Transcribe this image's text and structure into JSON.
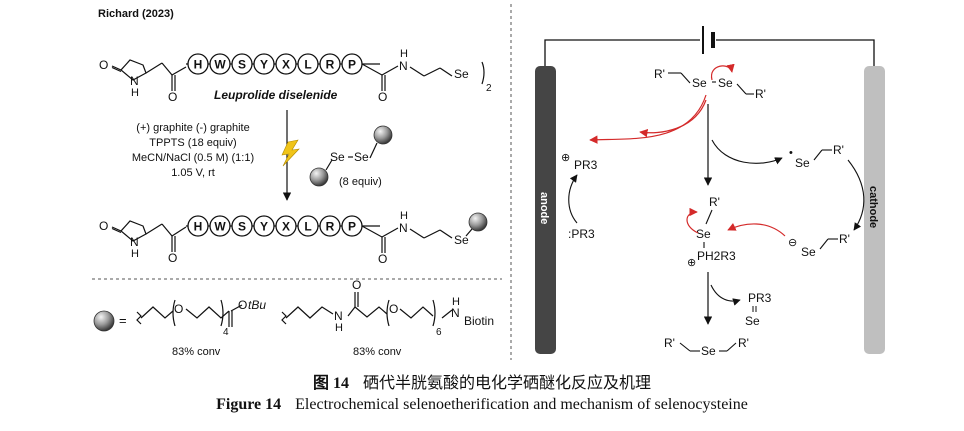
{
  "scheme": {
    "reference": "Richard (2023)",
    "peptide_residues": [
      "H",
      "W",
      "S",
      "Y",
      "X",
      "L",
      "R",
      "P"
    ],
    "reactant_name": "Leuprolide diselenide",
    "conditions": [
      "(+) graphite (-) graphite",
      "TPPTS (18 equiv)",
      "MeCN/NaCl (0.5 M) (1:1)",
      "1.05 V, rt"
    ],
    "reagent_equiv": "(8 equiv)",
    "subscript_2": "2",
    "subscript_4": "4",
    "subscript_6": "6",
    "legend_equals": "=",
    "legend_tbu": "tBu",
    "legend_biotin": "Biotin",
    "conv_1": "83% conv",
    "conv_2": "83% conv",
    "atom_O": "O",
    "atom_N": "N",
    "atom_H": "H",
    "atom_Se": "Se"
  },
  "mechanism": {
    "anode_label": "anode",
    "cathode_label": "cathode",
    "sp_diselenide": [
      "R'",
      "Se",
      "Se",
      "R'"
    ],
    "sp_pr3_cation": "PR3",
    "sp_pr3": ":PR3",
    "sp_se_radical": "Se",
    "sp_r_prime": "R'",
    "sp_selenide_anion": "Se",
    "sp_intermediate_se": "Se",
    "sp_intermediate_p": "PH2R3",
    "sp_selenophosphine_p": "PR3",
    "sp_selenophosphine_se": "Se",
    "sp_product": [
      "R'",
      "Se",
      "R'"
    ],
    "plus": "⊕",
    "minus": "⊖",
    "dot": "•"
  },
  "caption": {
    "cn_label": "图 14",
    "cn_text": "硒代半胱氨酸的电化学硒醚化反应及机理",
    "en_label": "Figure 14",
    "en_text": "Electrochemical selenoetherification and mechanism of selenocysteine"
  }
}
